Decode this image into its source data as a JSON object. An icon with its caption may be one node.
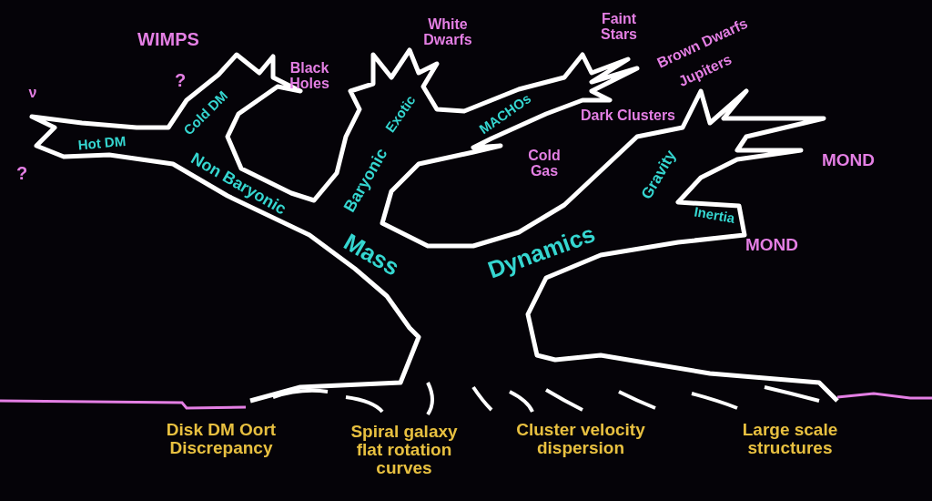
{
  "diagram": {
    "labels": [
      "WIMPS",
      "White Dwarfs",
      "Faint Stars",
      "Brown Dwarfs",
      "Black Holes",
      "?",
      "ν",
      "Jupiters",
      "Cold DM",
      "Exotic",
      "MACHOs",
      "Dark Clusters",
      "Hot DM",
      "Cold Gas",
      "?",
      "MOND",
      "Non Baryonic",
      "Baryonic",
      "Gravity",
      "Inertia",
      "MOND",
      "Mass",
      "Dynamics",
      "Disk DM Oort Discrepancy",
      "Spiral galaxy flat rotation curves",
      "Cluster velocity dispersion",
      "Large scale structures"
    ]
  }
}
